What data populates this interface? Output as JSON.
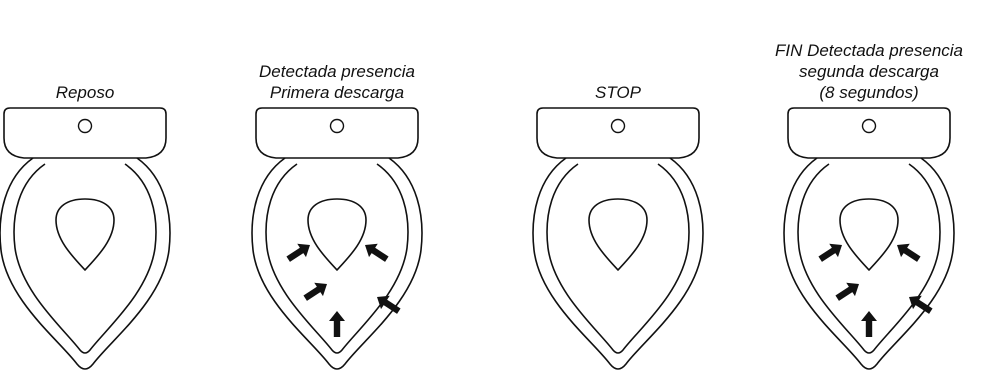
{
  "stages": [
    {
      "id": "reposo",
      "label_lines": [
        "Reposo"
      ],
      "arrows": false
    },
    {
      "id": "primera",
      "label_lines": [
        "Detectada presencia",
        "Primera descarga"
      ],
      "arrows": true
    },
    {
      "id": "stop",
      "label_lines": [
        "STOP"
      ],
      "arrows": false
    },
    {
      "id": "segunda",
      "label_lines": [
        "FIN Detectada presencia",
        "segunda descarga",
        "(8 segundos)"
      ],
      "arrows": true
    }
  ],
  "colors": {
    "line": "#111111",
    "arrow": "#111111",
    "background": "#ffffff"
  }
}
